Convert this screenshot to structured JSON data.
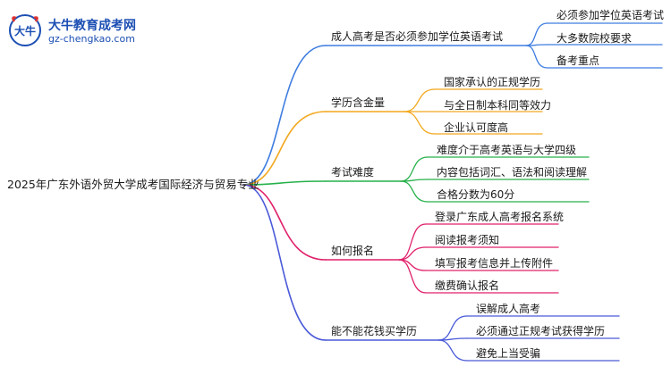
{
  "logo": {
    "title": "大牛教育成考网",
    "url": "gz-chengkao.com",
    "mark_text": "大牛",
    "color": "#1c4fb3",
    "accent": "#e0312e"
  },
  "root": "2025年广东外语外贸大学成考国际经济与贸易专业",
  "branches": [
    {
      "label": "成人高考是否必须参加学位英语考试",
      "color": "#3e7de0",
      "children": [
        "必须参加学位英语考试",
        "大多数院校要求",
        "备考重点"
      ]
    },
    {
      "label": "学历含金量",
      "color": "#f2a81d",
      "children": [
        "国家承认的正规学历",
        "与全日制本科同等效力",
        "企业认可度高"
      ]
    },
    {
      "label": "考试难度",
      "color": "#27b14a",
      "children": [
        "难度介于高考英语与大学四级",
        "内容包括词汇、语法和阅读理解",
        "合格分数为60分"
      ]
    },
    {
      "label": "如何报名",
      "color": "#e0206a",
      "children": [
        "登录广东成人高考报名系统",
        "阅读报考须知",
        "填写报考信息并上传附件",
        "缴费确认报名"
      ]
    },
    {
      "label": "能不能花钱买学历",
      "color": "#4a5ad8",
      "children": [
        "误解成人高考",
        "必须通过正规考试获得学历",
        "避免上当受骗"
      ]
    }
  ]
}
